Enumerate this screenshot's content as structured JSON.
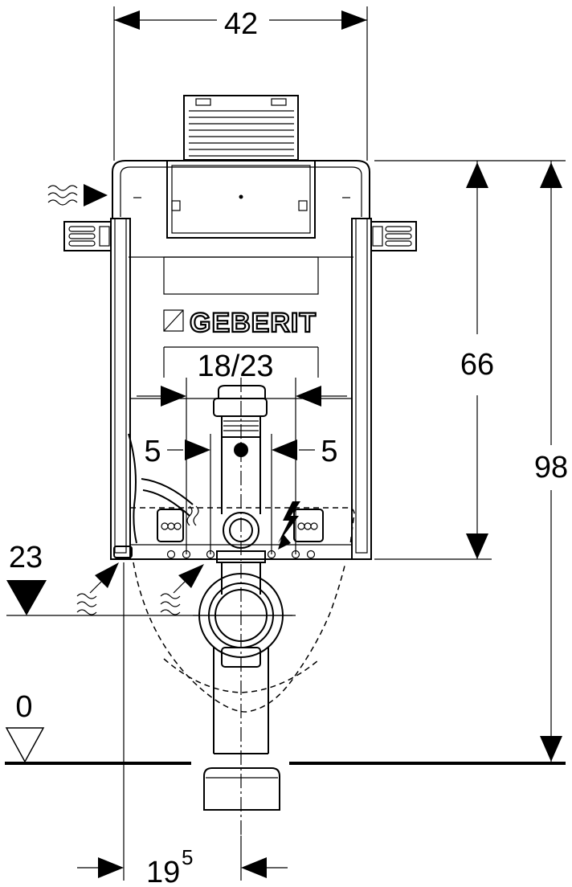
{
  "brand": "GEBERIT",
  "dimensions": {
    "top_width": "42",
    "pipe_spacing": "18/23",
    "side_left": "5",
    "side_right": "5",
    "frame_height": "66",
    "total_height": "98",
    "level_23": "23",
    "level_0": "0",
    "offset_main": "19",
    "offset_sup": "5"
  },
  "icons": [
    "water-supply-icon",
    "electrical-supply-icon",
    "level-marker-icon",
    "floor-level-icon"
  ]
}
